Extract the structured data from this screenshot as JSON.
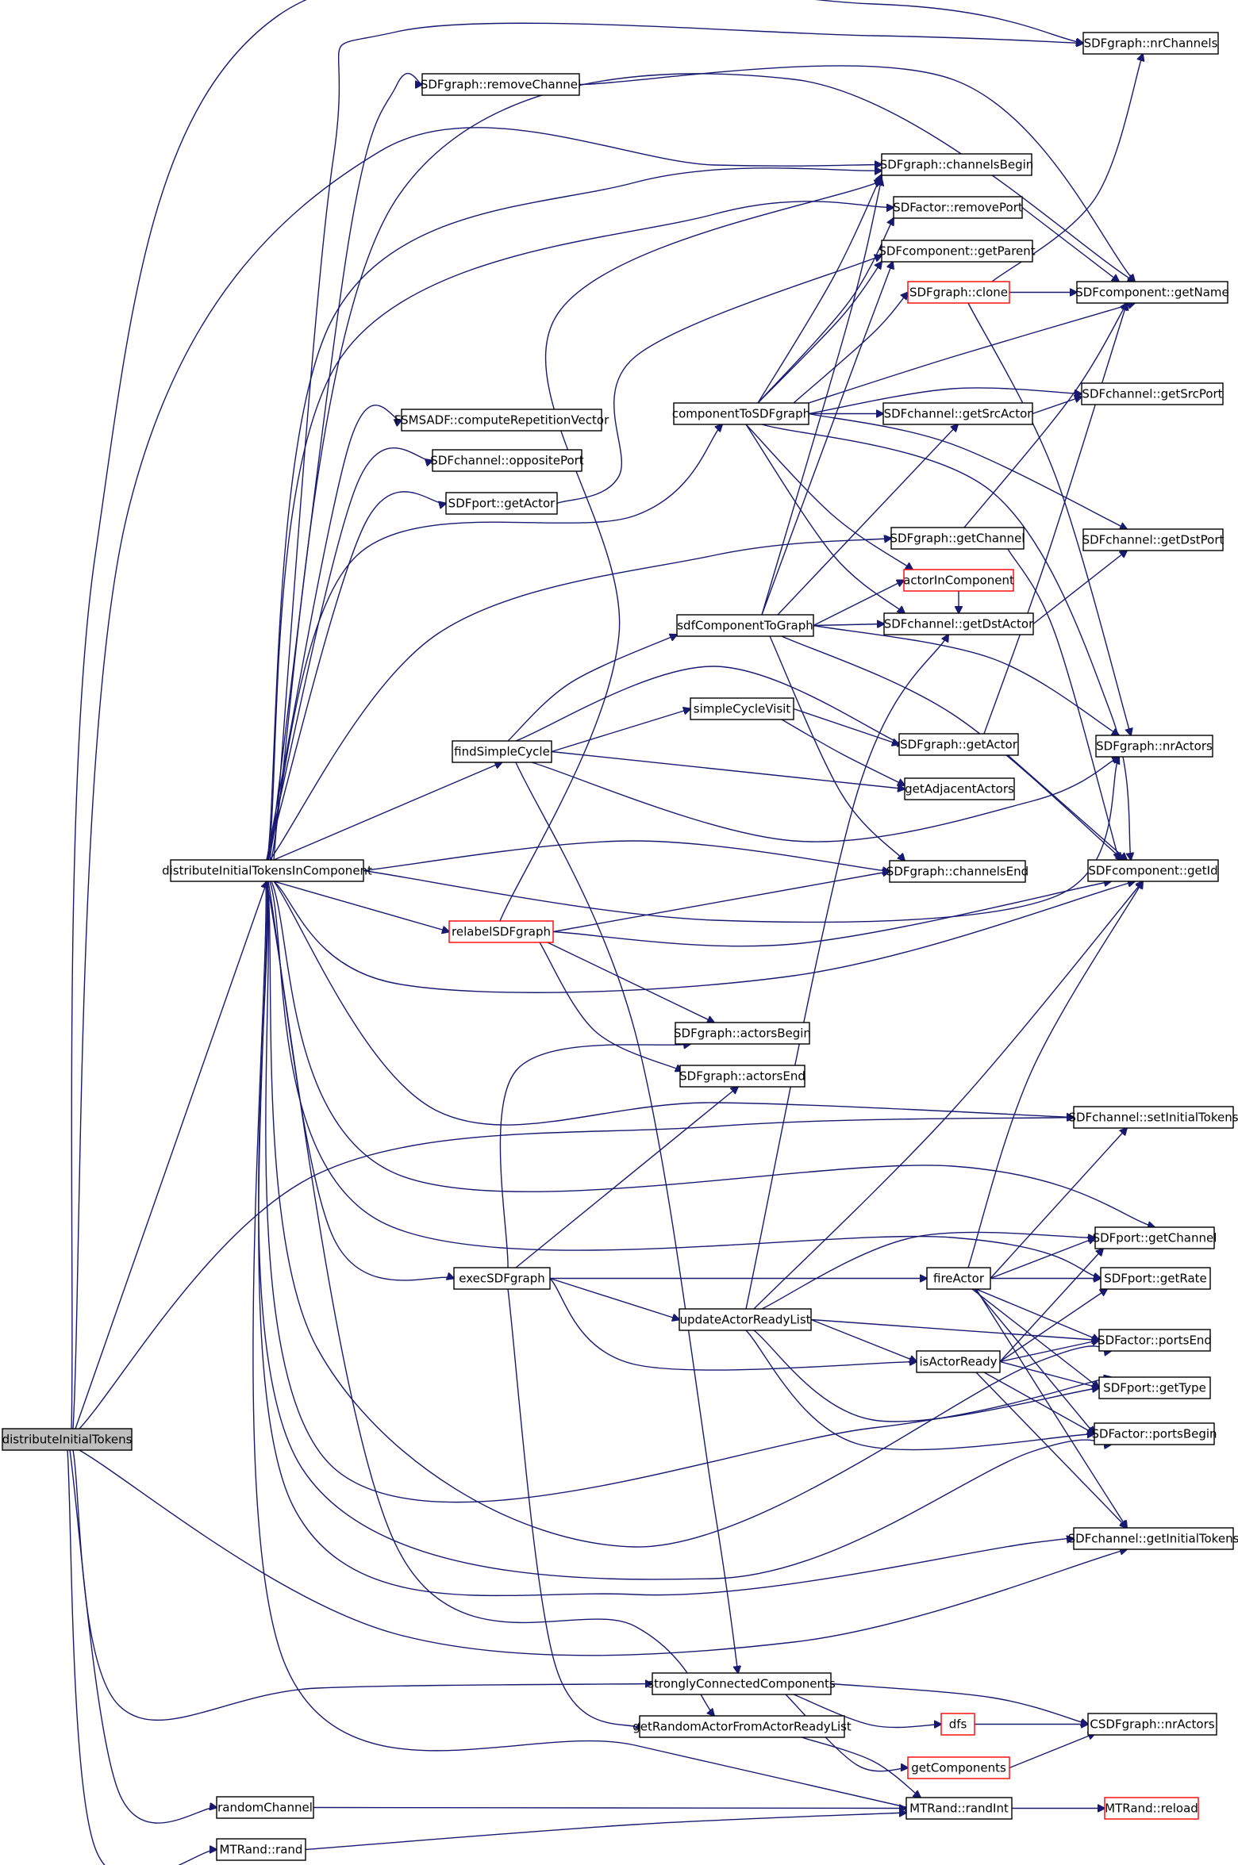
{
  "colors": {
    "edge": "#191970",
    "node_border": "#000000",
    "node_border_partial": "#ff0000",
    "root_fill": "#bfbfbf",
    "background": "#ffffff"
  },
  "nodes": {
    "distributeInitialTokens": "distributeInitialTokens",
    "distributeInitialTokensInComponent": "distributeInitialTokensInComponent",
    "SDFgraph_nrChannels": "SDFgraph::nrChannels",
    "SDFgraph_removeChannel": "SDFgraph::removeChannel",
    "SDFgraph_channelsBegin": "SDFgraph::channelsBegin",
    "SDFactor_removePort": "SDFactor::removePort",
    "SDFcomponent_getParent": "SDFcomponent::getParent",
    "SDFgraph_clone": "SDFgraph::clone",
    "SDFcomponent_getName": "SDFcomponent::getName",
    "FSMSADF_computeRepetitionVector": "FSMSADF::computeRepetitionVector",
    "componentToSDFgraph": "componentToSDFgraph",
    "SDFchannel_getSrcActor": "SDFchannel::getSrcActor",
    "SDFchannel_getSrcPort": "SDFchannel::getSrcPort",
    "SDFchannel_oppositePort": "SDFchannel::oppositePort",
    "SDFport_getActor": "SDFport::getActor",
    "SDFgraph_getChannel": "SDFgraph::getChannel",
    "SDFchannel_getDstPort": "SDFchannel::getDstPort",
    "actorInComponent": "actorInComponent",
    "sdfComponentToGraph": "sdfComponentToGraph",
    "SDFchannel_getDstActor": "SDFchannel::getDstActor",
    "simpleCycleVisit": "simpleCycleVisit",
    "SDFgraph_getActor": "SDFgraph::getActor",
    "SDFgraph_nrActors": "SDFgraph::nrActors",
    "findSimpleCycle": "findSimpleCycle",
    "getAdjacentActors": "getAdjacentActors",
    "SDFgraph_channelsEnd": "SDFgraph::channelsEnd",
    "SDFcomponent_getId": "SDFcomponent::getId",
    "relabelSDFgraph": "relabelSDFgraph",
    "SDFgraph_actorsBegin": "SDFgraph::actorsBegin",
    "SDFgraph_actorsEnd": "SDFgraph::actorsEnd",
    "SDFchannel_setInitialTokens": "SDFchannel::setInitialTokens",
    "SDFport_getChannel": "SDFport::getChannel",
    "execSDFgraph": "execSDFgraph",
    "fireActor": "fireActor",
    "SDFport_getRate": "SDFport::getRate",
    "updateActorReadyList": "updateActorReadyList",
    "SDFactor_portsEnd": "SDFactor::portsEnd",
    "isActorReady": "isActorReady",
    "SDFport_getType": "SDFport::getType",
    "SDFactor_portsBegin": "SDFactor::portsBegin",
    "SDFchannel_getInitialTokens": "SDFchannel::getInitialTokens",
    "stronglyConnectedComponents": "stronglyConnectedComponents",
    "dfs": "dfs",
    "CSDFgraph_nrActors": "CSDFgraph::nrActors",
    "getRandomActorFromActorReadyList": "getRandomActorFromActorReadyList",
    "getComponents": "getComponents",
    "randomChannel": "randomChannel",
    "MTRand_randInt": "MTRand::randInt",
    "MTRand_reload": "MTRand::reload",
    "MTRand_rand": "MTRand::rand"
  }
}
